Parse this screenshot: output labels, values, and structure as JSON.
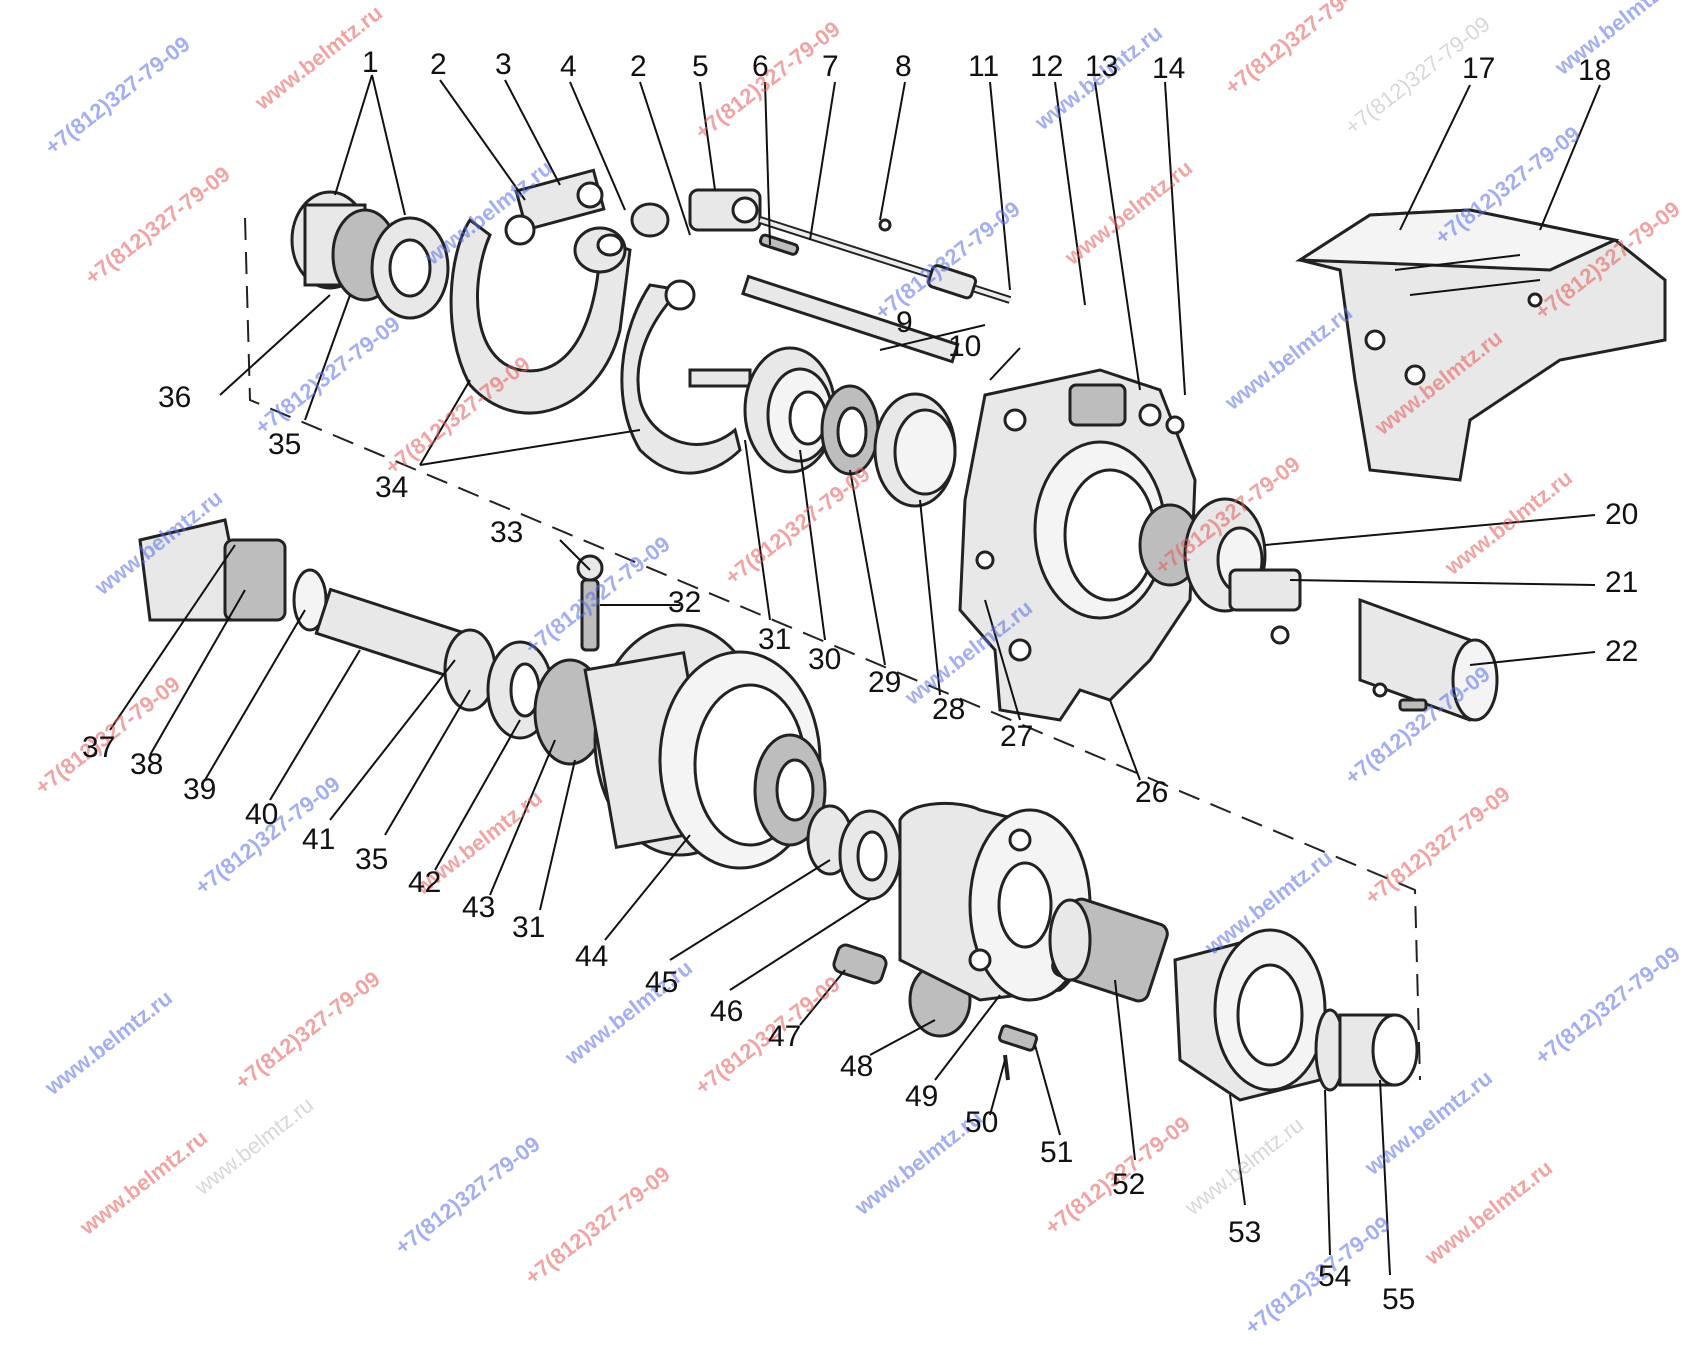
{
  "callouts": {
    "l1": "1",
    "l2a": "2",
    "l3": "3",
    "l4": "4",
    "l2b": "2",
    "l5": "5",
    "l6": "6",
    "l7": "7",
    "l8": "8",
    "l11": "11",
    "l12": "12",
    "l13": "13",
    "l14": "14",
    "l17": "17",
    "l18": "18",
    "l36": "36",
    "l35a": "35",
    "l34": "34",
    "l9": "9",
    "l10": "10",
    "l20": "20",
    "l21": "21",
    "l22": "22",
    "l37": "37",
    "l38": "38",
    "l39": "39",
    "l40": "40",
    "l41": "41",
    "l35b": "35",
    "l42": "42",
    "l43": "43",
    "l31a": "31",
    "l44": "44",
    "l45": "45",
    "l46": "46",
    "l47": "47",
    "l48": "48",
    "l49": "49",
    "l50": "50",
    "l51": "51",
    "l52": "52",
    "l53": "53",
    "l54": "54",
    "l55": "55",
    "l33": "33",
    "l32": "32",
    "l31b": "31",
    "l30": "30",
    "l29": "29",
    "l28": "28",
    "l27": "27",
    "l26": "26"
  },
  "watermarks": {
    "site": "www.belmtz.ru",
    "phone": "+7(812)327-79-09"
  }
}
